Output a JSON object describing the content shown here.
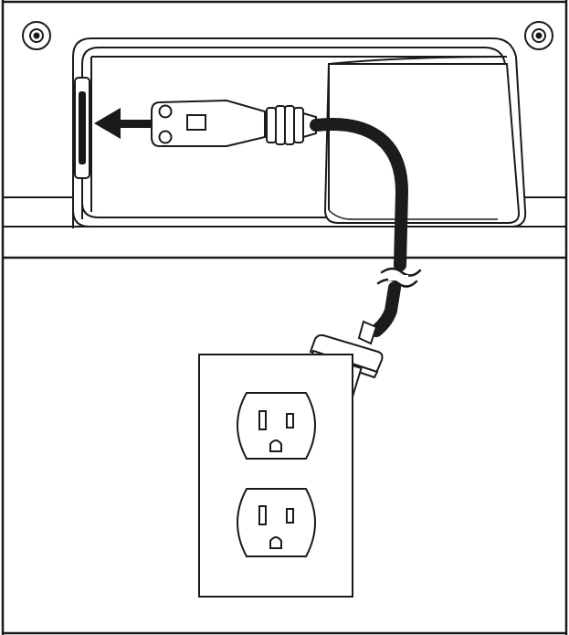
{
  "diagram": {
    "colors": {
      "line": "#1a1a1a",
      "cord": "#1c1c1c",
      "background": "#ffffff",
      "shade": "#e9e9e9"
    },
    "elements": {
      "arrow_direction": "left",
      "outlet_receptacles": 2,
      "plug_prongs": 2,
      "screws": 2,
      "cord_break_symbol": true
    }
  }
}
